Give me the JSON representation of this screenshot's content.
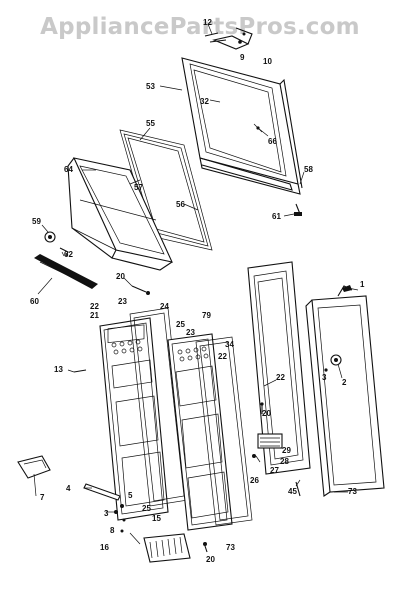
{
  "watermark": "AppliancePartsPros.com",
  "callouts": [
    {
      "id": "c12",
      "text": "12"
    },
    {
      "id": "c9",
      "text": "9"
    },
    {
      "id": "c10",
      "text": "10"
    },
    {
      "id": "c53",
      "text": "53"
    },
    {
      "id": "c32",
      "text": "32"
    },
    {
      "id": "c66",
      "text": "66"
    },
    {
      "id": "c55",
      "text": "55"
    },
    {
      "id": "c64",
      "text": "64"
    },
    {
      "id": "c57",
      "text": "57"
    },
    {
      "id": "c56",
      "text": "56"
    },
    {
      "id": "c58",
      "text": "58"
    },
    {
      "id": "c61",
      "text": "61"
    },
    {
      "id": "c59",
      "text": "59"
    },
    {
      "id": "c62",
      "text": "62"
    },
    {
      "id": "c20a",
      "text": "20"
    },
    {
      "id": "c60",
      "text": "60"
    },
    {
      "id": "c1",
      "text": "1"
    },
    {
      "id": "c22a",
      "text": "22"
    },
    {
      "id": "c23a",
      "text": "23"
    },
    {
      "id": "c24a",
      "text": "24"
    },
    {
      "id": "c79",
      "text": "79"
    },
    {
      "id": "c21",
      "text": "21"
    },
    {
      "id": "c25a",
      "text": "25"
    },
    {
      "id": "c23b",
      "text": "23"
    },
    {
      "id": "c34",
      "text": "34"
    },
    {
      "id": "c22b",
      "text": "22"
    },
    {
      "id": "c13",
      "text": "13"
    },
    {
      "id": "c2",
      "text": "2"
    },
    {
      "id": "c3a",
      "text": "3"
    },
    {
      "id": "c22c",
      "text": "22"
    },
    {
      "id": "c20b",
      "text": "20"
    },
    {
      "id": "c29",
      "text": "29"
    },
    {
      "id": "c27",
      "text": "27"
    },
    {
      "id": "c28",
      "text": "28"
    },
    {
      "id": "c26",
      "text": "26"
    },
    {
      "id": "c45",
      "text": "45"
    },
    {
      "id": "c73a",
      "text": "73"
    },
    {
      "id": "c7",
      "text": "7"
    },
    {
      "id": "c4",
      "text": "4"
    },
    {
      "id": "c5",
      "text": "5"
    },
    {
      "id": "c3b",
      "text": "3"
    },
    {
      "id": "c15",
      "text": "15"
    },
    {
      "id": "c25b",
      "text": "25"
    },
    {
      "id": "c8",
      "text": "8"
    },
    {
      "id": "c16",
      "text": "16"
    },
    {
      "id": "c20c",
      "text": "20"
    },
    {
      "id": "c73b",
      "text": "73"
    }
  ]
}
